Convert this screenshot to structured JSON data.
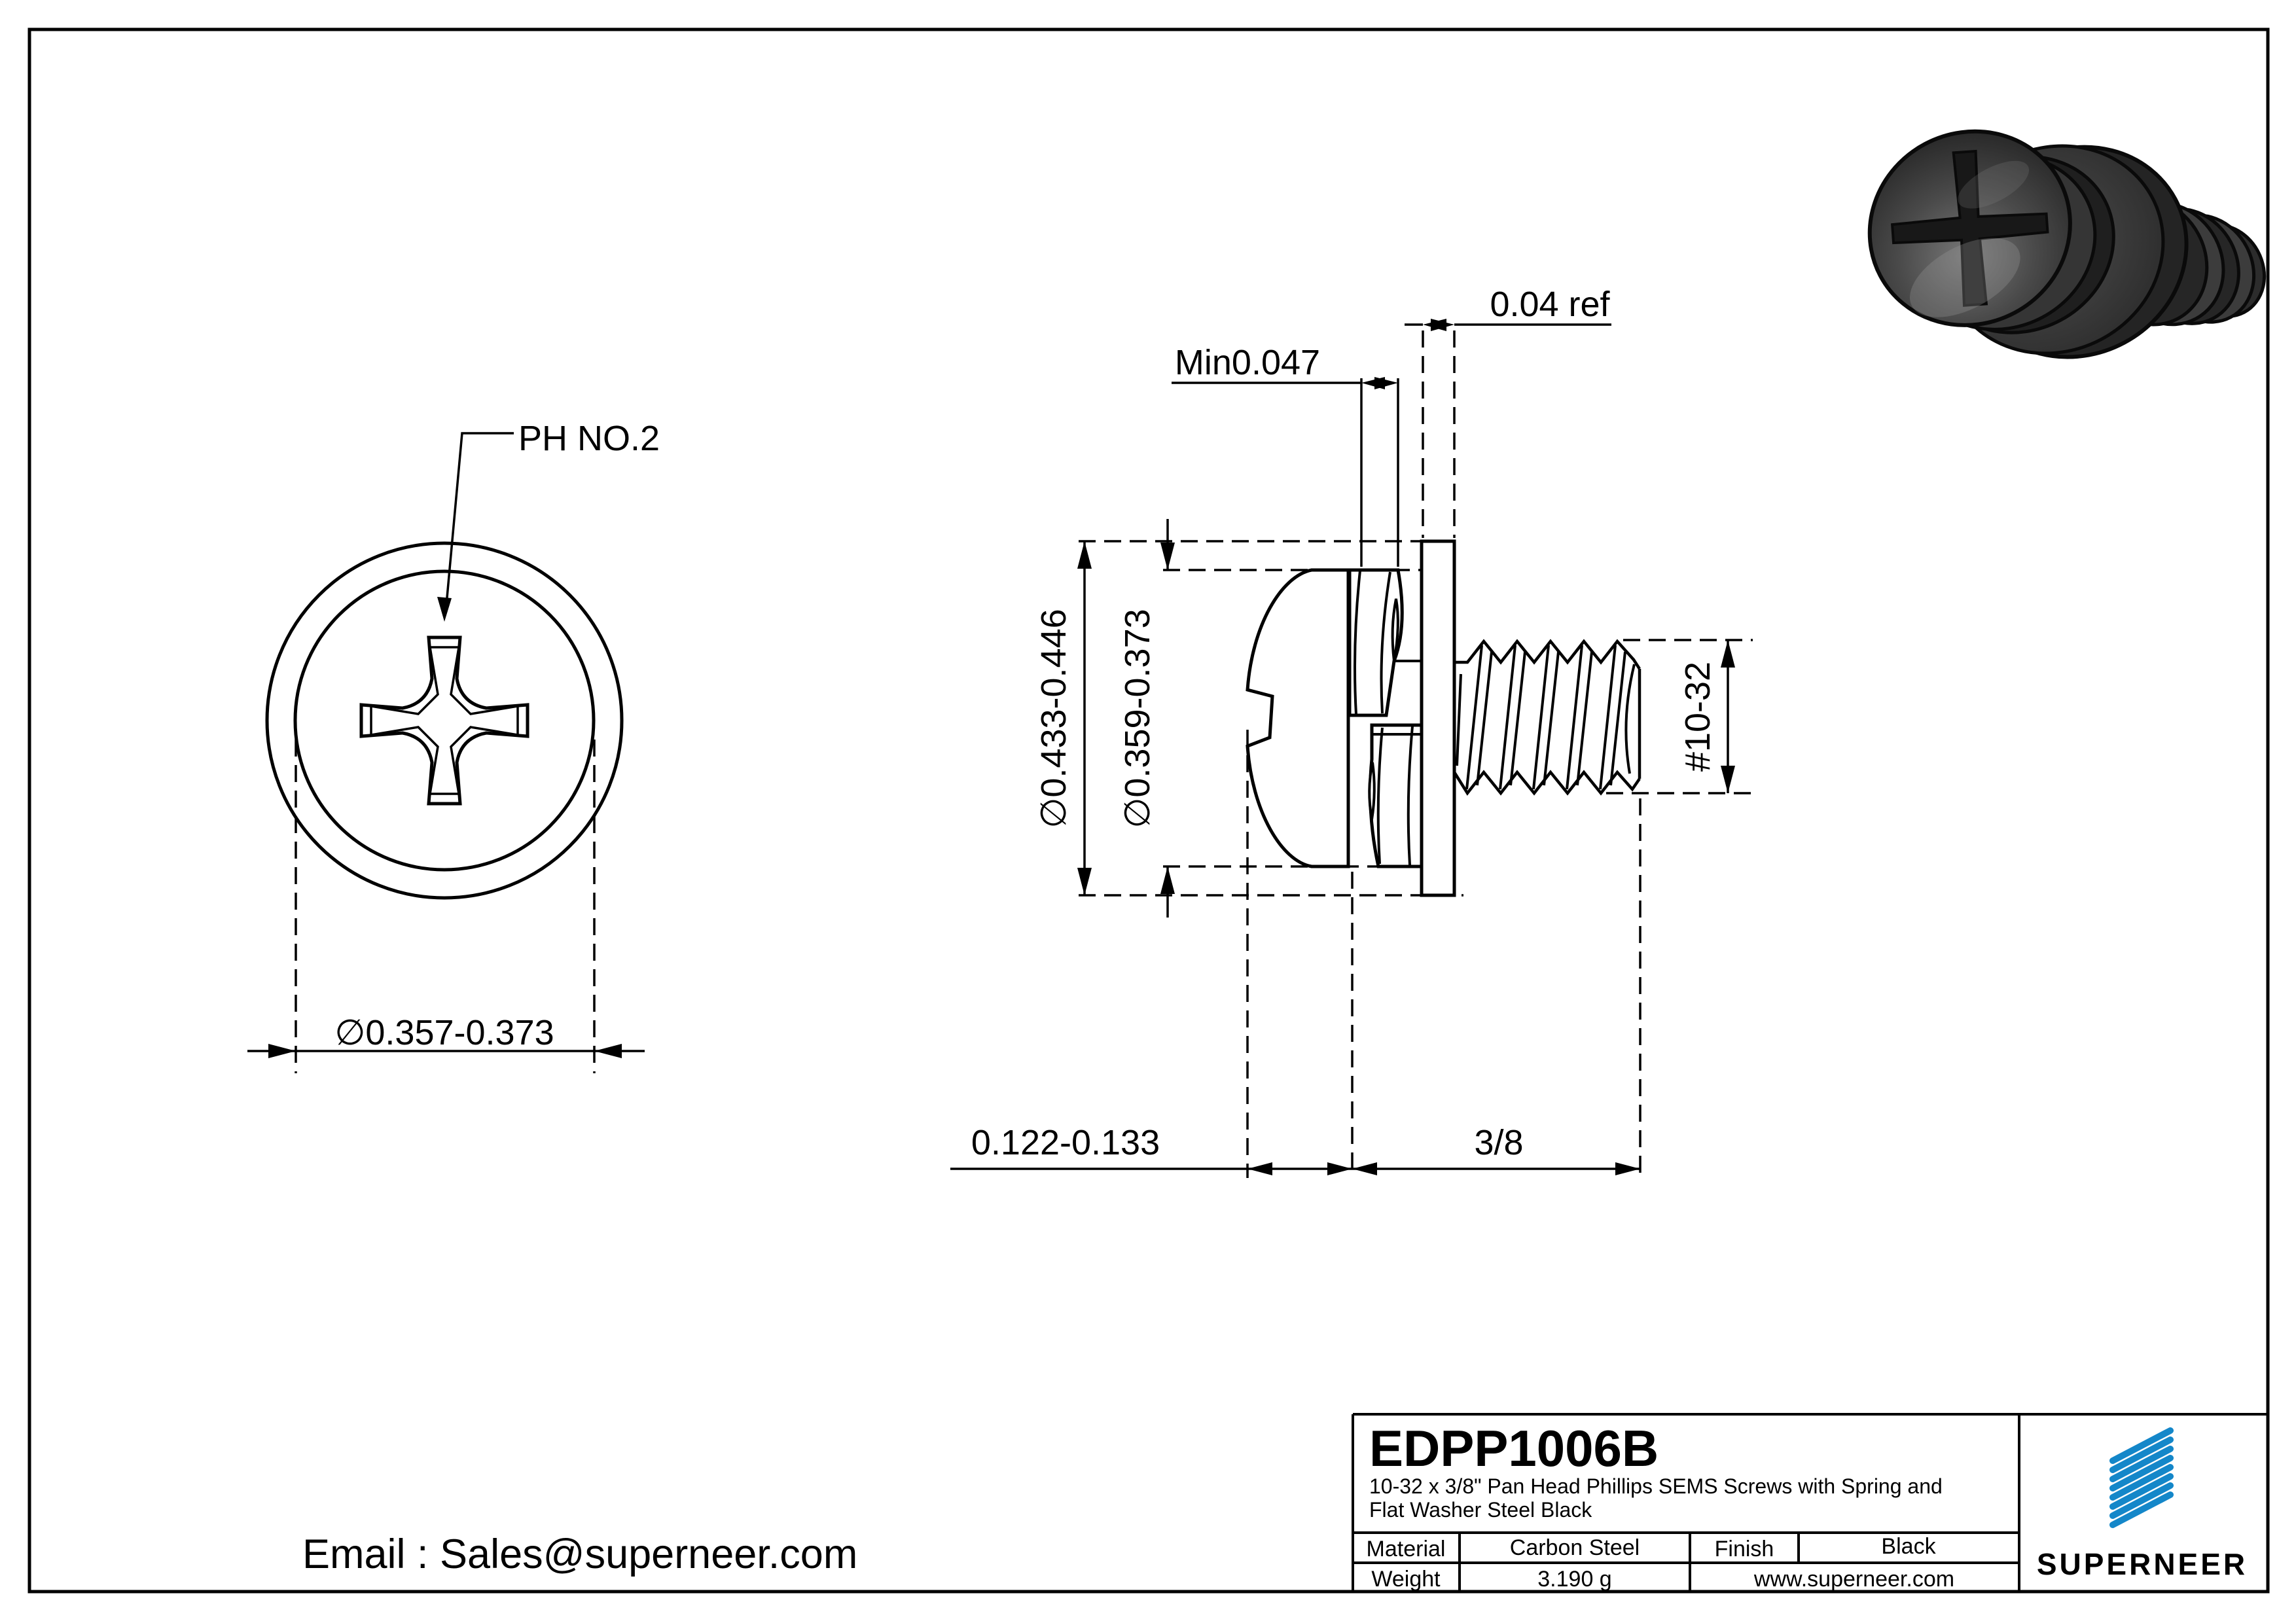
{
  "colors": {
    "line": "#000000",
    "brand_blue": "#1487c9",
    "link_blue": "#1778d8"
  },
  "front_view": {
    "recess_label": "PH NO.2",
    "head_diameter": "∅0.357-0.373"
  },
  "side_view": {
    "washer_od": "∅0.433-0.446",
    "head_od": "∅0.359-0.373",
    "spring_washer_min_thickness": "Min0.047",
    "flat_washer_thickness": "0.04 ref",
    "thread_spec": "#10-32",
    "head_height": "0.122-0.133",
    "thread_length": "3/8"
  },
  "contact": {
    "email_line": "Email : Sales@superneer.com"
  },
  "title_block": {
    "part_number": "EDPP1006B",
    "description_line1": "10-32 x 3/8\" Pan Head Phillips SEMS Screws with Spring and",
    "description_line2": "Flat Washer Steel Black",
    "material_label": "Material",
    "material_value": "Carbon Steel",
    "finish_label": "Finish",
    "finish_value": "Black",
    "weight_label": "Weight",
    "weight_value": "3.190 g",
    "website": "www.superneer.com",
    "brand": "SUPERNEER"
  }
}
